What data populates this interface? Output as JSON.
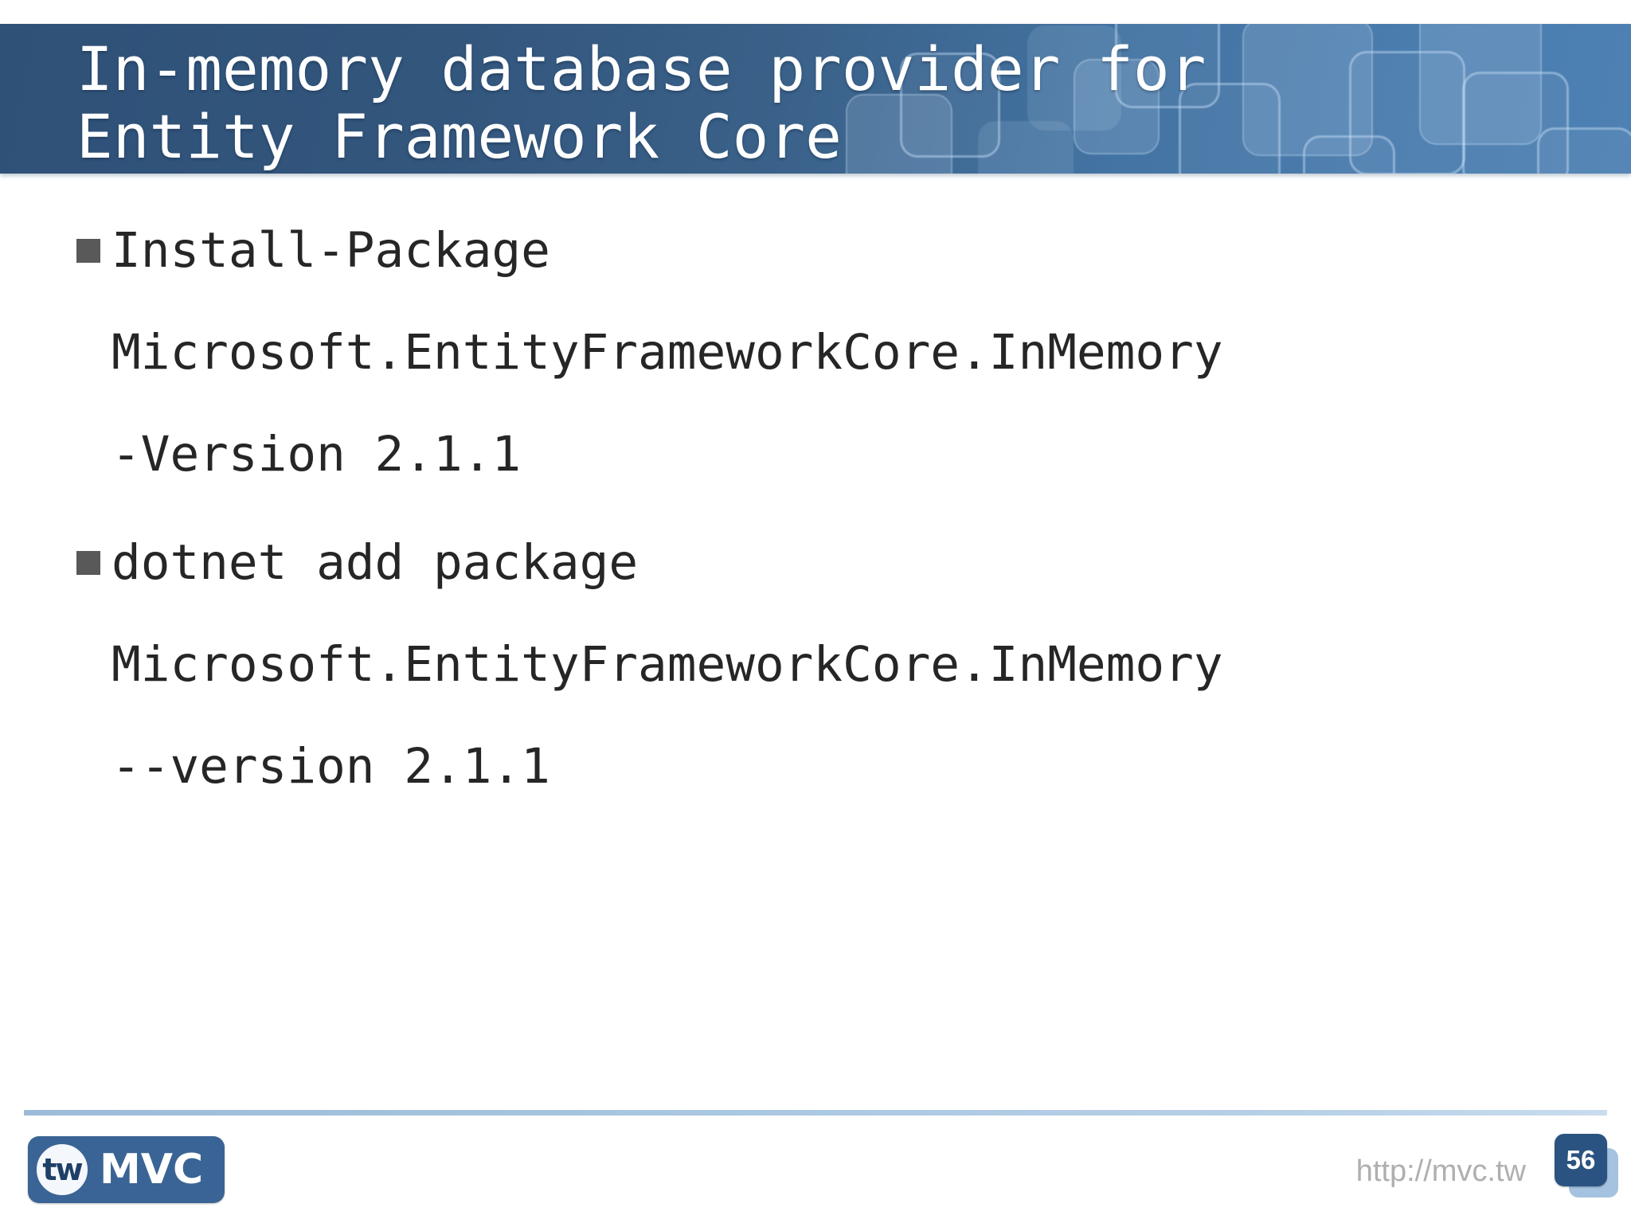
{
  "slide": {
    "title": "In-memory database provider for\nEntity Framework Core",
    "bullets": [
      {
        "marker": "square-bullet",
        "lines": [
          "Install-Package",
          "Microsoft.EntityFrameworkCore.InMemory",
          "-Version 2.1.1"
        ]
      },
      {
        "marker": "square-bullet",
        "lines": [
          "dotnet add package",
          "Microsoft.EntityFrameworkCore.InMemory",
          "--version 2.1.1"
        ]
      }
    ]
  },
  "footer": {
    "logo_badge": "tw",
    "logo_word": "MVC",
    "url": "http://mvc.tw",
    "page_number": "56"
  },
  "colors": {
    "header_blue_dark": "#2F5178",
    "header_blue_light": "#4E81B3",
    "body_text": "#262626",
    "bullet_square": "#595959",
    "rule_blue": "#A9C6E0",
    "logo_blue": "#3A6495",
    "page_badge_blue": "#2B5382",
    "page_badge_shadow_blue": "#A5C3E0",
    "url_gray": "#AFAFAF",
    "background": "#FFFFFF"
  }
}
